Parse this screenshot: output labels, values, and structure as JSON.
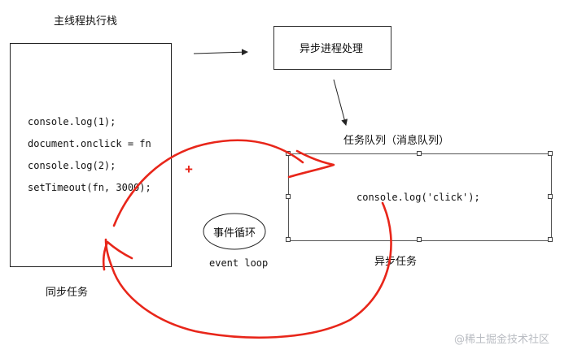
{
  "main_stack": {
    "title": "主线程执行栈",
    "code_lines": [
      "console.log(1);",
      "document.onclick = fn",
      "console.log(2);",
      "setTimeout(fn, 3000);"
    ],
    "caption": "同步任务"
  },
  "async_box": {
    "title": "异步进程处理"
  },
  "task_queue": {
    "title": "任务队列（消息队列）",
    "code": "console.log('click');",
    "caption": "异步任务"
  },
  "event_loop": {
    "label": "事件循环",
    "caption": "event loop"
  },
  "plus_mark": "+",
  "watermark": "@稀土掘金技术社区",
  "colors": {
    "arrow_red": "#e8261a",
    "line": "#222222",
    "watermark": "#b9bcc2"
  }
}
